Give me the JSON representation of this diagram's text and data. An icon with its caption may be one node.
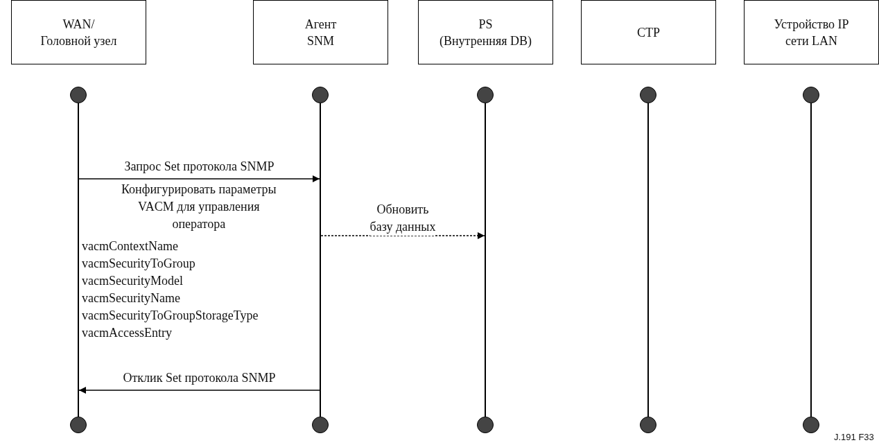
{
  "diagram": {
    "nodes": [
      {
        "text": [
          "WAN/ Головной узел"
        ]
      },
      {
        "text": [
          "Агент SNM"
        ]
      },
      {
        "text": [
          "PS (Внутренняя DB)"
        ]
      },
      {
        "text": [
          "CTP"
        ]
      },
      {
        "text": [
          "Устройство IP сети LAN"
        ]
      },
      {
        "text": [],
        "shape": "circle"
      },
      {
        "text": [],
        "shape": "circle"
      },
      {
        "text": [],
        "shape": "circle"
      },
      {
        "text": [],
        "shape": "circle"
      },
      {
        "text": [],
        "shape": "circle"
      },
      {
        "text": [],
        "shape": "line"
      },
      {
        "text": [],
        "shape": "line"
      },
      {
        "text": [],
        "shape": "line"
      },
      {
        "text": [],
        "shape": "line"
      },
      {
        "text": [],
        "shape": "line"
      },
      {
        "text": [],
        "shape": "circle"
      },
      {
        "text": [],
        "shape": "circle"
      },
      {
        "text": [],
        "shape": "circle"
      },
      {
        "text": [],
        "shape": "circle"
      },
      {
        "text": [],
        "shape": "circle"
      }
    ],
    "edges": [
      {
        "from": 10,
        "to": 11,
        "arrow": "to",
        "label": "Запрос Set протокола SNMP"
      },
      {
        "from": 11,
        "to": 12,
        "arrow": "to",
        "style": "dashed",
        "label": "Обновить базу данных"
      },
      {
        "from": 11,
        "to": 10,
        "arrow": "to",
        "label": "Отклик Set протокола SNMP"
      }
    ],
    "labels": [
      "Конфигурировать параметры VACM для управления оператора",
      "vacmContextName",
      "vacmSecurityToGroup",
      "vacmSecurityModel",
      "vacmSecurityName",
      "vacmSecurityToGroupStorageType",
      "vacmAccessEntry",
      "J.191 F33"
    ]
  }
}
